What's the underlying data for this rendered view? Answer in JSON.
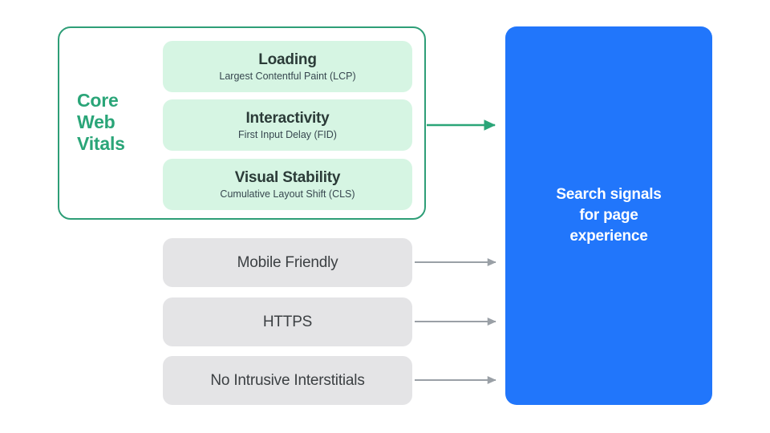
{
  "diagram": {
    "title": "Search signals for page experience",
    "colors": {
      "green_accent": "#2aa578",
      "green_border": "#2e9e77",
      "green_card_bg": "#d6f5e3",
      "gray_card_bg": "#e4e4e6",
      "blue_panel": "#2176fb",
      "gray_arrow": "#9aa0a6",
      "text_dark": "#3c4043",
      "text_white": "#ffffff"
    }
  },
  "core_web_vitals": {
    "group_label": "Core\nWeb\nVitals",
    "cards": [
      {
        "title": "Loading",
        "subtitle": "Largest Contentful Paint (LCP)"
      },
      {
        "title": "Interactivity",
        "subtitle": "First Input Delay (FID)"
      },
      {
        "title": "Visual Stability",
        "subtitle": "Cumulative Layout Shift (CLS)"
      }
    ]
  },
  "other_signals": {
    "cards": [
      {
        "title": "Mobile Friendly"
      },
      {
        "title": "HTTPS"
      },
      {
        "title": "No Intrusive Interstitials"
      }
    ]
  },
  "output": {
    "panel_text": "Search signals\nfor page\nexperience"
  },
  "arrows": [
    {
      "name": "arrow-core-web-vitals",
      "color": "#2aa578"
    },
    {
      "name": "arrow-mobile-friendly",
      "color": "#9aa0a6"
    },
    {
      "name": "arrow-https",
      "color": "#9aa0a6"
    },
    {
      "name": "arrow-interstitials",
      "color": "#9aa0a6"
    }
  ]
}
